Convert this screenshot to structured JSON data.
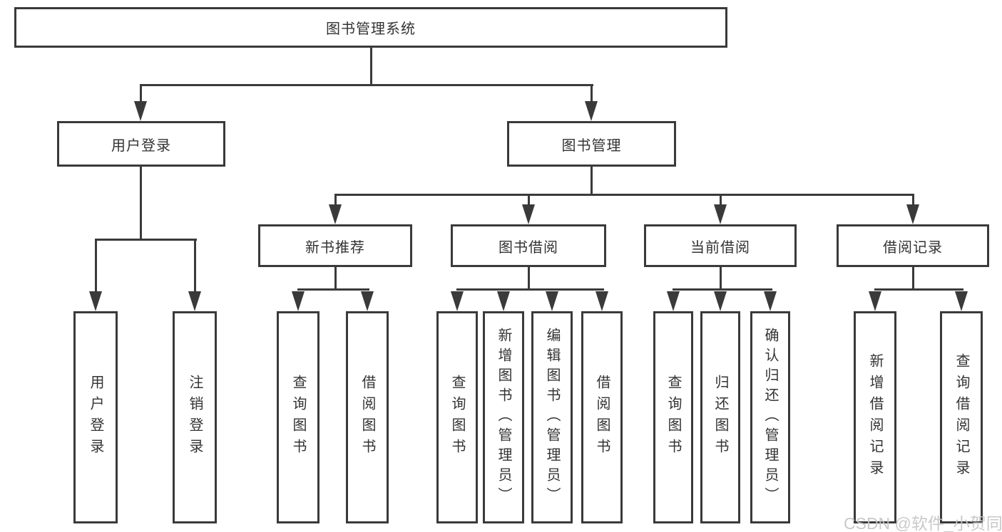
{
  "tree": {
    "label": "图书管理系统",
    "children": [
      {
        "label": "用户登录",
        "children": [
          {
            "label": "用户登录"
          },
          {
            "label": "注销登录"
          }
        ]
      },
      {
        "label": "图书管理",
        "children": [
          {
            "label": "新书推荐",
            "children": [
              {
                "label": "查询图书"
              },
              {
                "label": "借阅图书"
              }
            ]
          },
          {
            "label": "图书借阅",
            "children": [
              {
                "label": "查询图书"
              },
              {
                "label": "新增图书（管理员）"
              },
              {
                "label": "编辑图书（管理员）"
              },
              {
                "label": "借阅图书"
              }
            ]
          },
          {
            "label": "当前借阅",
            "children": [
              {
                "label": "查询图书"
              },
              {
                "label": "归还图书"
              },
              {
                "label": "确认归还（管理员）"
              }
            ]
          },
          {
            "label": "借阅记录",
            "children": [
              {
                "label": "新增借阅记录"
              },
              {
                "label": "查询借阅记录"
              }
            ]
          }
        ]
      }
    ]
  },
  "watermark": "CSDN @软件_小贺同学",
  "colors": {
    "line": "#3a3a3a",
    "box_border": "#3a3a3a",
    "text": "#333333",
    "background": "#ffffff",
    "watermark": "#c4c4c4"
  }
}
